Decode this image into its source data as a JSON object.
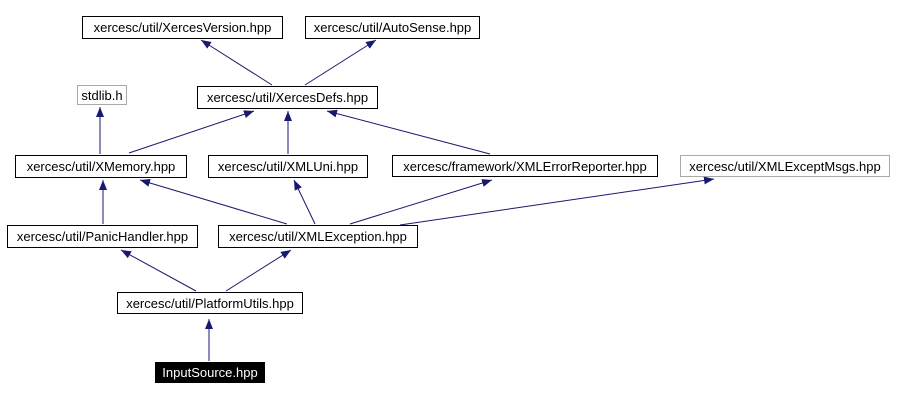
{
  "diagram": {
    "kind": "include-dependency-graph",
    "edge_color": "#191970",
    "node_border_color": "#000000",
    "truncated_node_border_color": "#a9a9a9",
    "current_node_background": "#000000",
    "current_node_text_color": "#ffffff",
    "nodes": [
      {
        "id": "xerces_version",
        "label": "xercesc/util/XercesVersion.hpp",
        "style": "normal"
      },
      {
        "id": "auto_sense",
        "label": "xercesc/util/AutoSense.hpp",
        "style": "normal"
      },
      {
        "id": "stdlib",
        "label": "stdlib.h",
        "style": "truncated"
      },
      {
        "id": "xerces_defs",
        "label": "xercesc/util/XercesDefs.hpp",
        "style": "normal"
      },
      {
        "id": "xmemory",
        "label": "xercesc/util/XMemory.hpp",
        "style": "normal"
      },
      {
        "id": "xml_uni",
        "label": "xercesc/util/XMLUni.hpp",
        "style": "normal"
      },
      {
        "id": "xml_error_reporter",
        "label": "xercesc/framework/XMLErrorReporter.hpp",
        "style": "normal"
      },
      {
        "id": "xml_except_msgs",
        "label": "xercesc/util/XMLExceptMsgs.hpp",
        "style": "truncated"
      },
      {
        "id": "panic_handler",
        "label": "xercesc/util/PanicHandler.hpp",
        "style": "normal"
      },
      {
        "id": "xml_exception",
        "label": "xercesc/util/XMLException.hpp",
        "style": "normal"
      },
      {
        "id": "platform_utils",
        "label": "xercesc/util/PlatformUtils.hpp",
        "style": "normal"
      },
      {
        "id": "input_source",
        "label": "InputSource.hpp",
        "style": "current"
      }
    ],
    "edges": [
      {
        "from": "xerces_defs",
        "to": "xerces_version"
      },
      {
        "from": "xerces_defs",
        "to": "auto_sense"
      },
      {
        "from": "xmemory",
        "to": "stdlib"
      },
      {
        "from": "xmemory",
        "to": "xerces_defs"
      },
      {
        "from": "xml_uni",
        "to": "xerces_defs"
      },
      {
        "from": "xml_error_reporter",
        "to": "xerces_defs"
      },
      {
        "from": "panic_handler",
        "to": "xmemory"
      },
      {
        "from": "xml_exception",
        "to": "xmemory"
      },
      {
        "from": "xml_exception",
        "to": "xml_uni"
      },
      {
        "from": "xml_exception",
        "to": "xml_error_reporter"
      },
      {
        "from": "xml_exception",
        "to": "xml_except_msgs"
      },
      {
        "from": "platform_utils",
        "to": "panic_handler"
      },
      {
        "from": "platform_utils",
        "to": "xml_exception"
      },
      {
        "from": "input_source",
        "to": "platform_utils"
      }
    ]
  }
}
